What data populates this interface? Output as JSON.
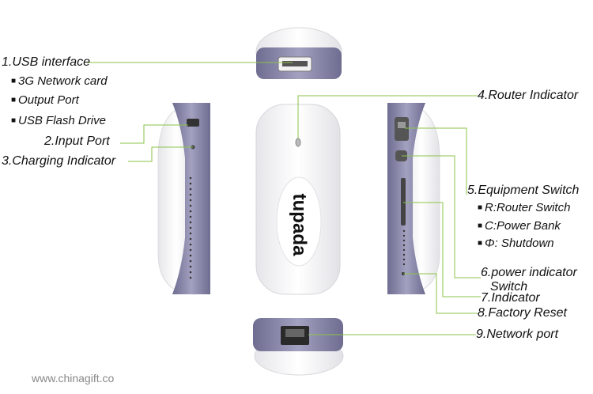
{
  "labels": {
    "usb_interface": "1.USB interface",
    "usb_sub": [
      "3G Network card",
      "Output Port",
      "USB Flash Drive"
    ],
    "input_port": "2.Input Port",
    "charging_indicator": "3.Charging Indicator",
    "router_indicator": "4.Router Indicator",
    "equipment_switch": "5.Equipment Switch",
    "switch_sub": [
      "R:Router Switch",
      "C:Power Bank",
      "Φ:  Shutdown"
    ],
    "power_indicator_line1": "6.power indicator",
    "power_indicator_line2": "Switch",
    "indicator": "7.Indicator",
    "factory_reset": "8.Factory Reset",
    "network_port": "9.Network port"
  },
  "brand": "tupada",
  "watermark": "www.chinagift.co",
  "colors": {
    "leader_line": "#8bc34a",
    "body": "#f4f4f6",
    "trim": "#8a88a8"
  }
}
